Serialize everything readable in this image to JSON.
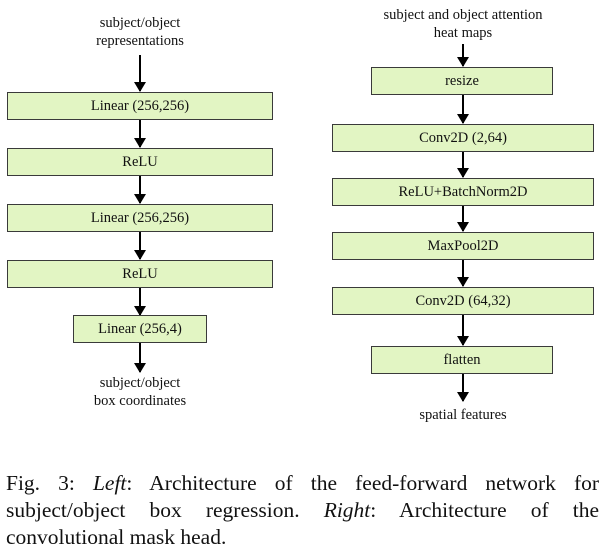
{
  "left": {
    "input_label": [
      "subject/object",
      "representations"
    ],
    "layers": [
      "Linear (256,256)",
      "ReLU",
      "Linear (256,256)",
      "ReLU",
      "Linear (256,4)"
    ],
    "output_label": [
      "subject/object",
      "box coordinates"
    ]
  },
  "right": {
    "input_label": [
      "subject and object attention",
      "heat maps"
    ],
    "layers": [
      "resize",
      "Conv2D (2,64)",
      "ReLU+BatchNorm2D",
      "MaxPool2D",
      "Conv2D (64,32)",
      "flatten"
    ],
    "output_label": [
      "spatial features"
    ]
  },
  "caption": {
    "prefix": "Fig. 3: ",
    "left_word": "Left",
    "left_text": ": Architecture of the feed-forward network for subject/object box regression. ",
    "right_word": "Right",
    "right_text": ": Architecture of the convolutional mask head."
  },
  "colors": {
    "box_fill": "#e2f5c3",
    "box_border": "#3a3a3a",
    "arrow": "#000000"
  }
}
